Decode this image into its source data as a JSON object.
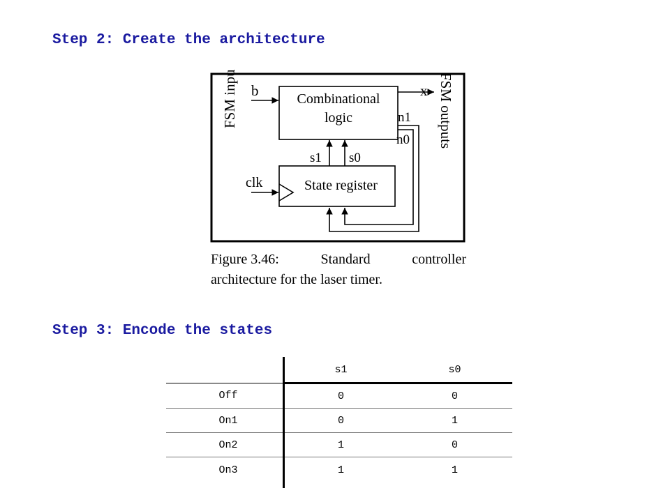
{
  "headings": {
    "step2": "Step 2: Create the architecture",
    "step3": "Step 3: Encode the states"
  },
  "figure": {
    "fsm_inputs": "FSM inputs",
    "fsm_outputs": "FSM outputs",
    "input_b": "b",
    "output_x": "x",
    "comb_logic_line1": "Combinational",
    "comb_logic_line2": "logic",
    "next_state_1": "n1",
    "next_state_0": "n0",
    "state_1": "s1",
    "state_0": "s0",
    "clock": "clk",
    "state_register": "State register",
    "caption_fig": "Figure 3.46:",
    "caption_w2": "Standard",
    "caption_w3": "controller",
    "caption_line2": "architecture for the laser timer."
  },
  "encoding_table": {
    "headers": [
      "",
      "s1",
      "s0"
    ],
    "rows": [
      [
        "Off",
        "0",
        "0"
      ],
      [
        "On1",
        "0",
        "1"
      ],
      [
        "On2",
        "1",
        "0"
      ],
      [
        "On3",
        "1",
        "1"
      ]
    ]
  }
}
